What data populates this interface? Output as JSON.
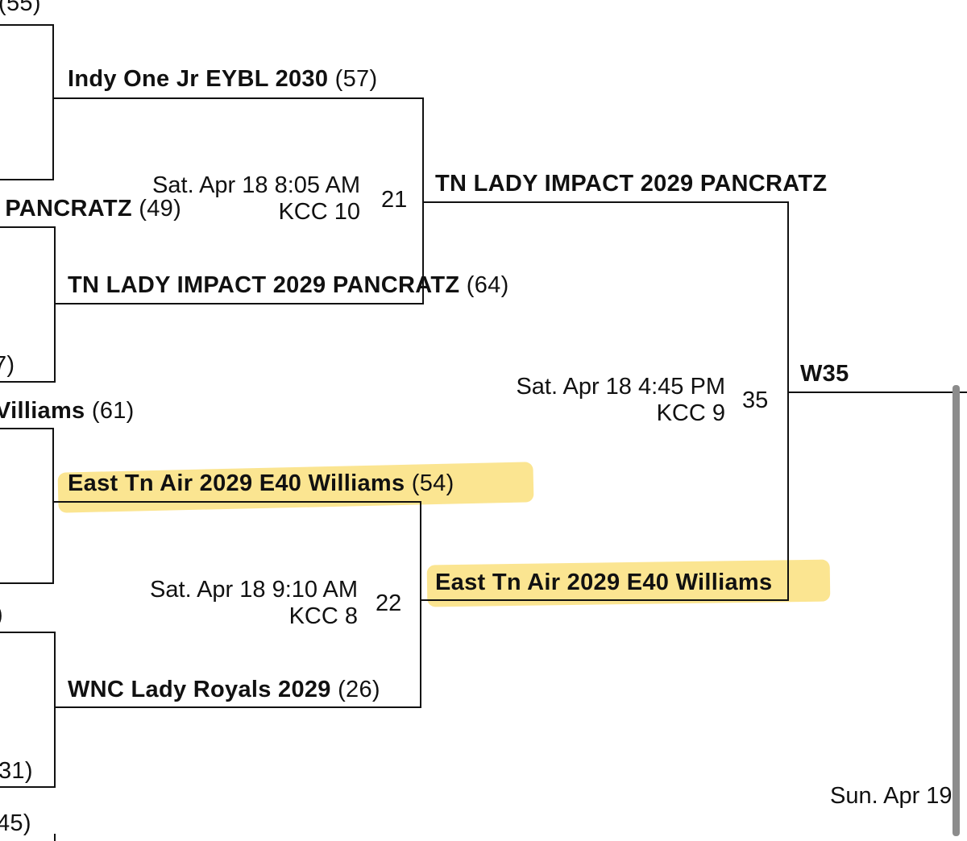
{
  "bracket": {
    "colors": {
      "highlight": "#f9dc6c",
      "line": "#111111"
    },
    "left_edge": {
      "seed_55": "(55)",
      "paren_1": ")",
      "pancratz_partial": ") PANCRATZ",
      "seed_49": "(49)",
      "seed_7_partial": "7)",
      "williams_partial": "Villiams",
      "seed_61": "(61)",
      "paren_2": ")",
      "paren_3": ")",
      "seed_31": "(31)",
      "seed_45_partial": "45)"
    },
    "round2": {
      "game21": {
        "top_team": "Indy One Jr EYBL 2030",
        "top_seed": "(57)",
        "bottom_team": "TN LADY IMPACT 2029 PANCRATZ",
        "bottom_seed": "(64)",
        "date": "Sat. Apr 18 8:05 AM",
        "court": "KCC 10",
        "game_no": "21"
      },
      "game22": {
        "top_team": "East Tn Air 2029 E40 Williams",
        "top_seed": "(54)",
        "bottom_team": "WNC Lady Royals 2029",
        "bottom_seed": "(26)",
        "date": "Sat. Apr 18 9:10 AM",
        "court": "KCC 8",
        "game_no": "22"
      }
    },
    "round3": {
      "game35": {
        "top_team": "TN LADY IMPACT 2029 PANCRATZ",
        "bottom_team": "East Tn Air 2029 E40 Williams",
        "date": "Sat. Apr 18 4:45 PM",
        "court": "KCC 9",
        "game_no": "35"
      }
    },
    "round4": {
      "winner_label": "W35",
      "date_partial": "Sun. Apr 19"
    }
  }
}
